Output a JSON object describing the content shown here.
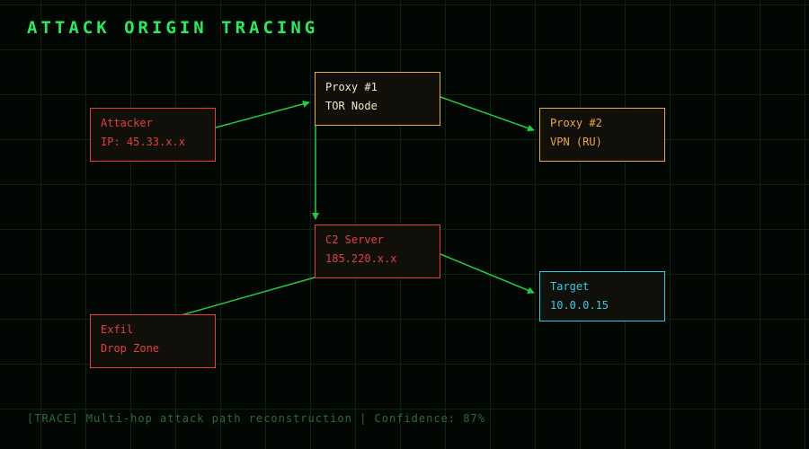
{
  "page": {
    "title": "ATTACK ORIGIN TRACING",
    "status_bar": "[TRACE] Multi-hop attack path reconstruction | Confidence: 87%",
    "confidence_percent": 87
  },
  "colors": {
    "background": "#030703",
    "grid_line": "#0c2310",
    "title_green": "#2fe860",
    "arrow_green": "#22c944",
    "status_green": "#2c6b3a",
    "node_red": "#e04040",
    "node_orange": "#e8a84a",
    "node_cyan": "#36c8e8",
    "node_light_text": "#f2e6c6",
    "node_fill": "#100f0a"
  },
  "nodes": [
    {
      "id": "attacker",
      "label": "Attacker",
      "sublabel": "IP: 45.33.x.x",
      "color": "red"
    },
    {
      "id": "proxy1",
      "label": "Proxy #1",
      "sublabel": "TOR Node",
      "color": "orange"
    },
    {
      "id": "proxy2",
      "label": "Proxy #2",
      "sublabel": "VPN (RU)",
      "color": "orange"
    },
    {
      "id": "c2",
      "label": "C2 Server",
      "sublabel": "185.220.x.x",
      "color": "red"
    },
    {
      "id": "target",
      "label": "Target",
      "sublabel": "10.0.0.15",
      "color": "cyan"
    },
    {
      "id": "exfil",
      "label": "Exfil",
      "sublabel": "Drop Zone",
      "color": "red"
    }
  ],
  "edges": [
    {
      "from": "attacker",
      "to": "proxy1"
    },
    {
      "from": "proxy1",
      "to": "proxy2"
    },
    {
      "from": "proxy1",
      "to": "c2"
    },
    {
      "from": "c2",
      "to": "target"
    },
    {
      "from": "c2",
      "to": "exfil"
    }
  ]
}
